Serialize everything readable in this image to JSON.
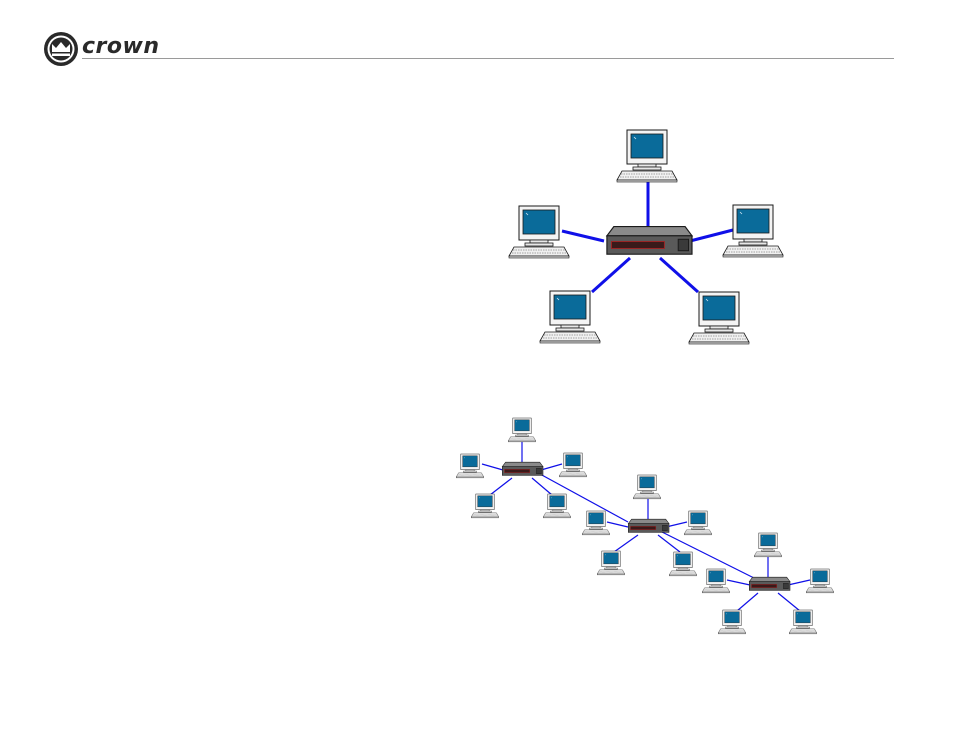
{
  "header": {
    "brand": "crown",
    "logo_icon": "crown-logo-icon"
  },
  "colors": {
    "link_blue": "#1010e8",
    "screen_blue": "#0a6b9a",
    "hub_top": "#8a8a8a",
    "hub_front": "#5a5a5a",
    "hub_display": "#a02020"
  },
  "diagrams": [
    {
      "name": "single-hub-star-network",
      "hubs": 1,
      "computers_per_hub": 5
    },
    {
      "name": "cascaded-hub-network",
      "hubs": 3,
      "computers_per_hub": 5
    }
  ]
}
